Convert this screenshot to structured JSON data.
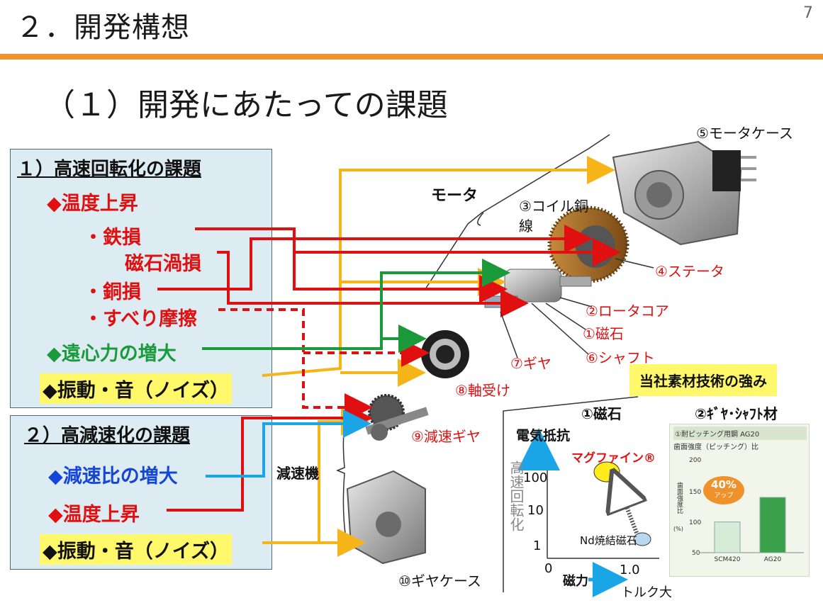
{
  "header": {
    "title": "２．開発構想",
    "page_number": "7"
  },
  "subtitle": "（１）開発にあたっての課題",
  "panel1": {
    "title": "１）高速回転化の課題",
    "items": [
      "◆温度上昇",
      "・鉄損",
      "磁石渦損",
      "・銅損",
      "・すべり摩擦",
      "◆遠心力の増大",
      "◆振動・音（ノイズ）"
    ]
  },
  "panel2": {
    "title": "２）高減速化の課題",
    "items": [
      "◆減速比の増大",
      "◆温度上昇",
      "◆振動・音（ノイズ）"
    ]
  },
  "parts": {
    "motor_label": "モータ",
    "reducer_label": "減速機",
    "p5": "⑤モータケース",
    "p3a": "③コイル銅",
    "p3b": "線",
    "p4": "④ステータ",
    "p2": "②ロータコア",
    "p1": "①磁石",
    "p6": "⑥シャフト",
    "p7": "⑦ギヤ",
    "p8": "⑧軸受け",
    "p9": "⑨減速ギヤ",
    "p10": "⑩ギヤケース"
  },
  "strength": {
    "label": "当社素材技術の強み",
    "magnet_title": "①磁石",
    "gear_title": "②ｷﾞﾔ･ｼｬﾌﾄ材"
  },
  "magnet_chart": {
    "y_top": "電気抵抗",
    "y_label": "高速回転化",
    "y_ticks": [
      "100",
      "10",
      "1"
    ],
    "x_ticks": [
      "0",
      "1.0"
    ],
    "x_label": "磁力",
    "x_label2": "トルク大",
    "magfine": "マグファイン®",
    "nd": "Nd焼結磁石"
  },
  "gear_chart": {
    "header": "①耐ピッチング用鋼 AG20",
    "subheader": "歯面強度（ピッチング）比",
    "ylabel": "歯面強度比",
    "yunit": "(%)",
    "yticks": [
      "200",
      "150",
      "100",
      "50"
    ],
    "badge_pct": "40%",
    "badge_txt": "アップ"
  },
  "chart_data": {
    "type": "bar",
    "categories": [
      "SCM420",
      "AG20"
    ],
    "values": [
      100,
      140
    ],
    "ylim": [
      50,
      200
    ],
    "colors": [
      "#d6ecd6",
      "#3aa04a"
    ]
  }
}
